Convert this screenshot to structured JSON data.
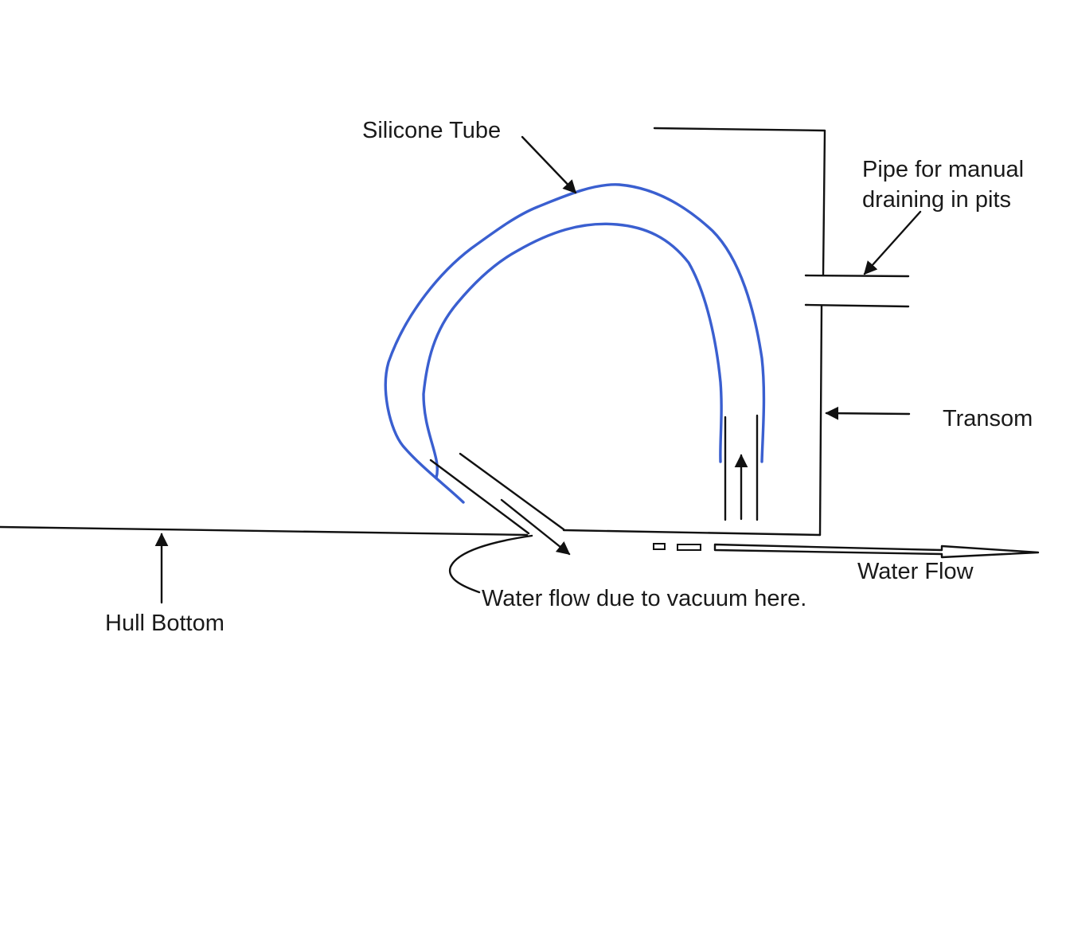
{
  "labels": {
    "silicone_tube": "Silicone Tube",
    "pipe_line1": "Pipe for manual",
    "pipe_line2": "draining in pits",
    "transom": "Transom",
    "hull_bottom": "Hull Bottom",
    "water_flow": "Water Flow",
    "vacuum_note": "Water flow due to vacuum here."
  },
  "colors": {
    "ink": "#111111",
    "tube": "#3a5fd0",
    "background": "#ffffff"
  }
}
